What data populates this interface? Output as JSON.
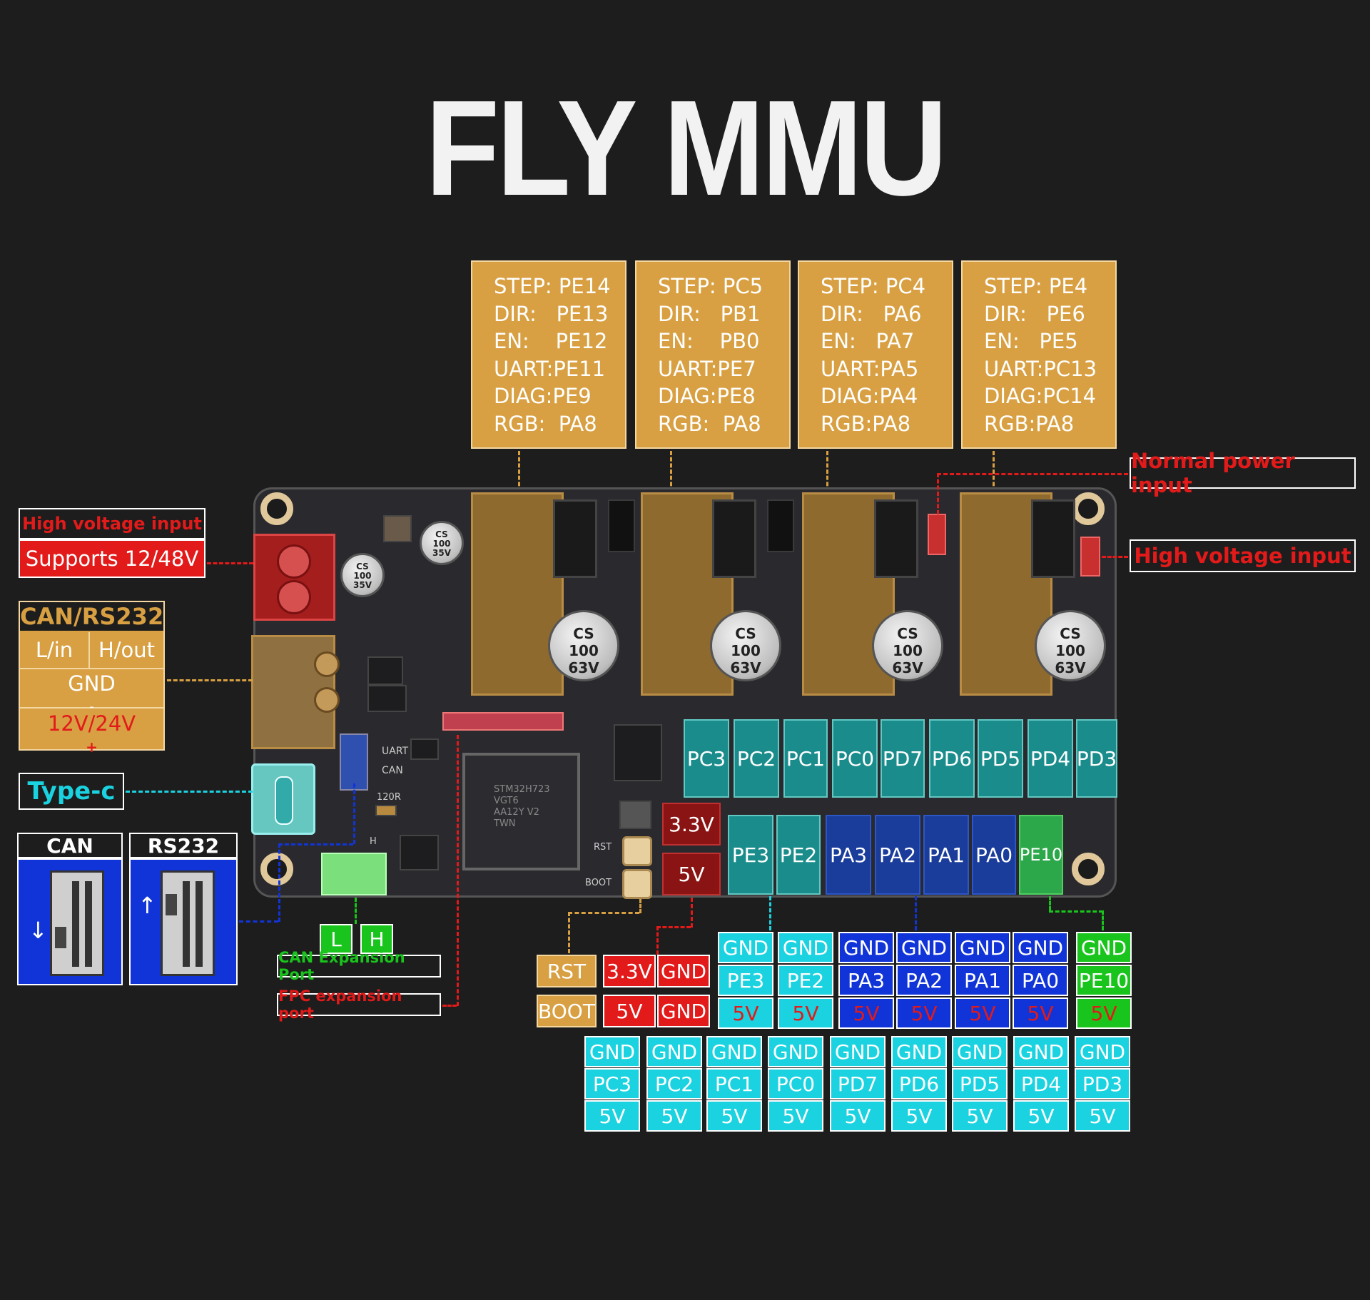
{
  "title": "FLY MMU",
  "pin_boxes": [
    {
      "lines": [
        "STEP: PE14",
        "DIR:   PE13",
        "EN:    PE12",
        "UART:PE11",
        "DIAG:PE9",
        "RGB:  PA8"
      ]
    },
    {
      "lines": [
        "STEP: PC5",
        "DIR:   PB1",
        "EN:    PB0",
        "UART:PE7",
        "DIAG:PE8",
        "RGB:  PA8"
      ]
    },
    {
      "lines": [
        "STEP: PC4",
        "DIR:   PA6",
        "EN:   PA7",
        "UART:PA5",
        "DIAG:PA4",
        "RGB:PA8"
      ]
    },
    {
      "lines": [
        "STEP: PE4",
        "DIR:   PE6",
        "EN:   PE5",
        "UART:PC13",
        "DIAG:PC14",
        "RGB:PA8"
      ]
    }
  ],
  "left": {
    "hv_title": "High voltage input",
    "hv_support": "Supports 12/48V",
    "can_title": "CAN/RS232",
    "can_lin": "L/in",
    "can_hout": "H/out",
    "can_gnd": "GND",
    "can_minus": "-",
    "can_volt": "12V/24V",
    "can_plus": "+",
    "typec": "Type-c",
    "sw_can": "CAN",
    "sw_rs232": "RS232"
  },
  "right": {
    "normal_power": "Normal power input",
    "hv_input": "High voltage input"
  },
  "board": {
    "top_ports": [
      "PC3",
      "PC2",
      "PC1",
      "PC0",
      "PD7",
      "PD6",
      "PD5",
      "PD4",
      "PD3"
    ],
    "v33": "3.3V",
    "v5": "5V",
    "bottom_ports": [
      "PE3",
      "PE2",
      "PA3",
      "PA2",
      "PA1",
      "PA0",
      "PE10"
    ],
    "cap_big": "CS\n100\n63V",
    "cap_small": "CS\n100\n35V",
    "silk_uart": "UART",
    "silk_can": "CAN",
    "silk_120r": "120R",
    "silk_h": "H",
    "silk_rst": "RST",
    "silk_boot": "BOOT",
    "mcu_text": "STM32H723\nVGT6\nAA12Y V2\nTWN"
  },
  "bottom_left": {
    "l": "L",
    "h": "H",
    "can_exp": "CAN Expansion Port",
    "fpc_exp": "FPC expansion port"
  },
  "rst_boot": {
    "rst": "RST",
    "boot": "BOOT",
    "v33": "3.3V",
    "gnd1": "GND",
    "v5": "5V",
    "gnd2": "GND"
  },
  "gpio_row1": [
    {
      "gnd": "GND",
      "pin": "PE3",
      "v": "5V",
      "color": "cyan"
    },
    {
      "gnd": "GND",
      "pin": "PE2",
      "v": "5V",
      "color": "cyan"
    },
    {
      "gnd": "GND",
      "pin": "PA3",
      "v": "5V",
      "color": "blue"
    },
    {
      "gnd": "GND",
      "pin": "PA2",
      "v": "5V",
      "color": "blue"
    },
    {
      "gnd": "GND",
      "pin": "PA1",
      "v": "5V",
      "color": "blue"
    },
    {
      "gnd": "GND",
      "pin": "PA0",
      "v": "5V",
      "color": "blue"
    },
    {
      "gnd": "GND",
      "pin": "PE10",
      "v": "5V",
      "color": "green"
    }
  ],
  "gpio_row2": [
    {
      "gnd": "GND",
      "pin": "PC3",
      "v": "5V"
    },
    {
      "gnd": "GND",
      "pin": "PC2",
      "v": "5V"
    },
    {
      "gnd": "GND",
      "pin": "PC1",
      "v": "5V"
    },
    {
      "gnd": "GND",
      "pin": "PC0",
      "v": "5V"
    },
    {
      "gnd": "GND",
      "pin": "PD7",
      "v": "5V"
    },
    {
      "gnd": "GND",
      "pin": "PD6",
      "v": "5V"
    },
    {
      "gnd": "GND",
      "pin": "PD5",
      "v": "5V"
    },
    {
      "gnd": "GND",
      "pin": "PD4",
      "v": "5V"
    },
    {
      "gnd": "GND",
      "pin": "PD3",
      "v": "5V"
    }
  ],
  "colors": {
    "orange": "#d8a042",
    "red": "#e21a1a",
    "cyan": "#1ad2e0",
    "blue": "#1034d8",
    "green": "#19c41c",
    "background": "#1d1d1d"
  }
}
